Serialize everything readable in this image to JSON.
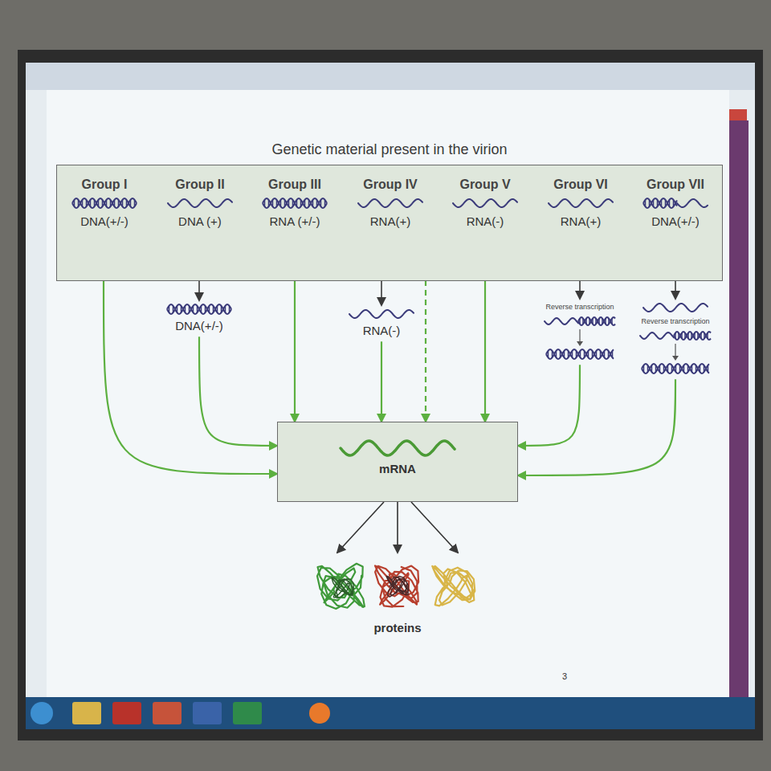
{
  "diagram": {
    "nodes": [
      {
        "text": [
          "Genetic material present in the virion"
        ]
      },
      {
        "text": [
          "Group I",
          "DNA(+/-)"
        ],
        "in": 0
      },
      {
        "text": [
          "Group II",
          "DNA (+)"
        ],
        "in": 0
      },
      {
        "text": [
          "Group III",
          "RNA (+/-)"
        ],
        "in": 0
      },
      {
        "text": [
          "Group IV",
          "RNA(+)"
        ],
        "in": 0
      },
      {
        "text": [
          "Group V",
          "RNA(-)"
        ],
        "in": 0
      },
      {
        "text": [
          "Group VI",
          "RNA(+)"
        ],
        "in": 0
      },
      {
        "text": [
          "Group VII",
          "DNA(+/-)"
        ],
        "in": 0
      },
      {
        "text": [
          "DNA(+/-)"
        ]
      },
      {
        "text": [
          "RNA(-)"
        ]
      },
      {
        "text": [
          "Reverse transcription"
        ]
      },
      {
        "text": [
          "Reverse transcription"
        ]
      },
      {
        "text": [
          "mRNA"
        ]
      },
      {
        "text": [
          "proteins"
        ]
      }
    ],
    "edges": [
      {
        "from": 1,
        "to": 12,
        "arrow": "to"
      },
      {
        "from": 2,
        "to": 8,
        "arrow": "to"
      },
      {
        "from": 8,
        "to": 12,
        "arrow": "to"
      },
      {
        "from": 3,
        "to": 12,
        "arrow": "to"
      },
      {
        "from": 4,
        "to": 9,
        "arrow": "to"
      },
      {
        "from": 4,
        "to": 12,
        "arrow": "to"
      },
      {
        "from": 9,
        "to": 12,
        "arrow": "to"
      },
      {
        "from": 5,
        "to": 12,
        "arrow": "to"
      },
      {
        "from": 6,
        "to": 10,
        "arrow": "to"
      },
      {
        "from": 10,
        "to": 12,
        "arrow": "to"
      },
      {
        "from": 7,
        "to": 11,
        "arrow": "to"
      },
      {
        "from": 11,
        "to": 12,
        "arrow": "to"
      },
      {
        "from": 12,
        "to": 13,
        "arrow": "to"
      },
      {
        "from": 12,
        "to": 13,
        "arrow": "to"
      },
      {
        "from": 12,
        "to": 13,
        "arrow": "to"
      }
    ],
    "labels": [
      "3"
    ]
  }
}
